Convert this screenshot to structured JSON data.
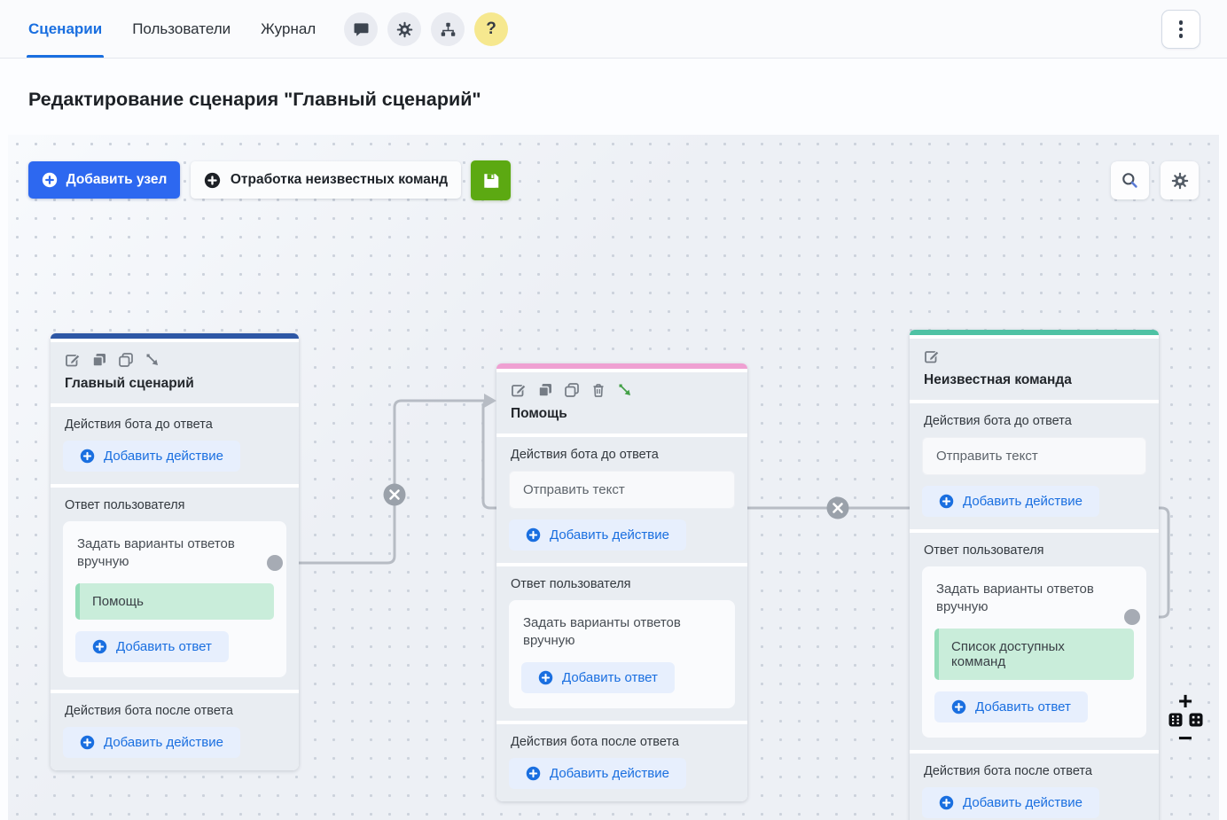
{
  "nav": {
    "tabs": [
      {
        "label": "Сценарии"
      },
      {
        "label": "Пользователи"
      },
      {
        "label": "Журнал"
      }
    ],
    "help_glyph": "?"
  },
  "page_title": "Редактирование сценария \"Главный сценарий\"",
  "toolbar": {
    "add_node": "Добавить узел",
    "unknown_commands": "Отработка неизвестных команд"
  },
  "labels": {
    "actions_before": "Действия бота до ответа",
    "user_response": "Ответ пользователя",
    "actions_after": "Действия бота после ответа",
    "add_action": "Добавить действие",
    "add_response": "Добавить ответ",
    "manual_variants": "Задать варианты ответов вручную",
    "send_text": "Отправить текст"
  },
  "nodes": [
    {
      "title": "Главный сценарий",
      "accent": "#2d57a5",
      "chips": [
        "Помощь"
      ]
    },
    {
      "title": "Помощь",
      "accent": "#efa0d2",
      "action": "Отправить текст",
      "chips": []
    },
    {
      "title": "Неизвестная команда",
      "accent": "#4fc2a4",
      "action": "Отправить текст",
      "chips": [
        "Список доступных комманд"
      ]
    }
  ],
  "canvas_controls": {
    "zoom_in": "+",
    "zoom_out": "−"
  },
  "colors": {
    "primary_blue": "#2d68f0",
    "link_blue": "#1a6fe0",
    "save_green": "#5ca912",
    "chip_bg": "#c9edda",
    "chip_border": "#93dcb8",
    "wire_gray": "#b7bcc4"
  },
  "icons": [
    "chat-icon",
    "gear-icon",
    "sitemap-icon",
    "help-icon",
    "more-vertical-icon",
    "plus-circle-icon",
    "save-icon",
    "search-icon",
    "edit-icon",
    "duplicate-icon",
    "copy-icon",
    "trash-icon",
    "connector-arrow-icon",
    "zoom-in-icon",
    "zoom-out-icon",
    "grid-icon",
    "delete-connection-icon"
  ]
}
